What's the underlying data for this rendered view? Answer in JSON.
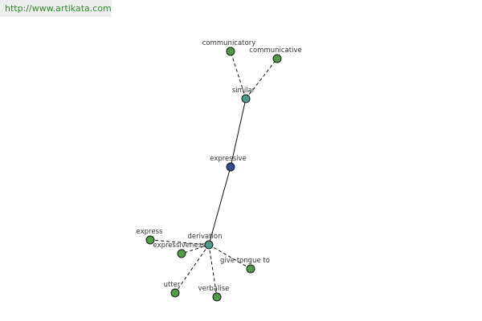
{
  "header": {
    "source_link": "http://www.artikata.com"
  },
  "graph": {
    "colors": {
      "center": "#3a4a8c",
      "hub": "#4f9a8a",
      "leaf": "#4f9b46",
      "edge": "#111111"
    },
    "nodes": [
      {
        "id": "expressive",
        "label": "expressive",
        "kind": "center"
      },
      {
        "id": "similar",
        "label": "similar",
        "kind": "hub"
      },
      {
        "id": "communicatory",
        "label": "communicatory",
        "kind": "leaf"
      },
      {
        "id": "communicative",
        "label": "communicative",
        "kind": "leaf"
      },
      {
        "id": "derivation",
        "label": "derivation",
        "kind": "hub"
      },
      {
        "id": "express",
        "label": "express",
        "kind": "leaf"
      },
      {
        "id": "expressiveness",
        "label": "expressiveness",
        "kind": "leaf"
      },
      {
        "id": "give-tongue-to",
        "label": "give tongue to",
        "kind": "leaf"
      },
      {
        "id": "utter",
        "label": "utter",
        "kind": "leaf"
      },
      {
        "id": "verbalise",
        "label": "verbalise",
        "kind": "leaf"
      }
    ],
    "edges": [
      {
        "from": "expressive",
        "to": "similar",
        "style": "solid"
      },
      {
        "from": "expressive",
        "to": "derivation",
        "style": "solid"
      },
      {
        "from": "similar",
        "to": "communicatory",
        "style": "dashed"
      },
      {
        "from": "similar",
        "to": "communicative",
        "style": "dashed"
      },
      {
        "from": "derivation",
        "to": "express",
        "style": "dashed"
      },
      {
        "from": "derivation",
        "to": "expressiveness",
        "style": "dashed"
      },
      {
        "from": "derivation",
        "to": "give-tongue-to",
        "style": "dashed"
      },
      {
        "from": "derivation",
        "to": "utter",
        "style": "dashed"
      },
      {
        "from": "derivation",
        "to": "verbalise",
        "style": "dashed"
      }
    ]
  }
}
